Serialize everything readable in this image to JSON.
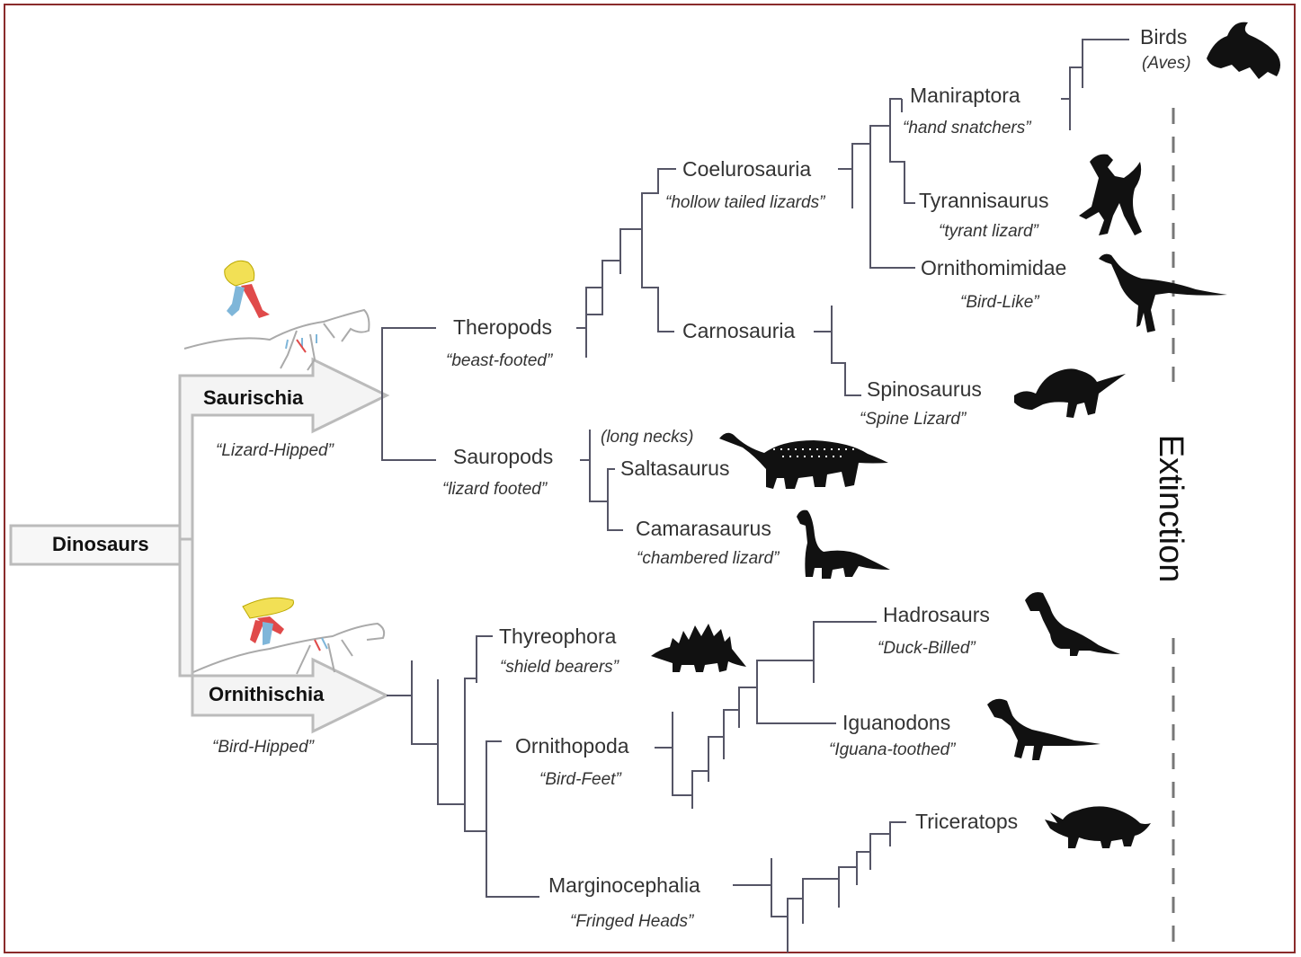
{
  "root": {
    "label": "Dinosaurs"
  },
  "saurischia": {
    "name": "Saurischia",
    "subtitle": "“Lizard-Hipped”"
  },
  "ornithischia": {
    "name": "Ornithischia",
    "subtitle": "“Bird-Hipped”"
  },
  "theropods": {
    "name": "Theropods",
    "subtitle": "“beast-footed”"
  },
  "sauropods": {
    "name": "Sauropods",
    "subtitle": "“lizard footed”"
  },
  "coelurosauria": {
    "name": "Coelurosauria",
    "subtitle": "“hollow tailed lizards”"
  },
  "carnosauria": {
    "name": "Carnosauria"
  },
  "maniraptora": {
    "name": "Maniraptora",
    "subtitle": "“hand snatchers”"
  },
  "birds": {
    "name": "Birds",
    "subtitle": "(Aves)"
  },
  "tyrannisaurus": {
    "name": "Tyrannisaurus",
    "subtitle": "“tyrant lizard”"
  },
  "ornithomimidae": {
    "name": "Ornithomimidae",
    "subtitle": "“Bird-Like”"
  },
  "spinosaurus": {
    "name": "Spinosaurus",
    "subtitle": "“Spine Lizard”"
  },
  "saltasaurus": {
    "name": "Saltasaurus",
    "note": "(long necks)"
  },
  "camarasaurus": {
    "name": "Camarasaurus",
    "subtitle": "“chambered lizard”"
  },
  "thyreophora": {
    "name": "Thyreophora",
    "subtitle": "“shield bearers”"
  },
  "ornithopoda": {
    "name": "Ornithopoda",
    "subtitle": "“Bird-Feet”"
  },
  "marginocephalia": {
    "name": "Marginocephalia",
    "subtitle": "“Fringed Heads”"
  },
  "hadrosaurs": {
    "name": "Hadrosaurs",
    "subtitle": "“Duck-Billed”"
  },
  "iguanodons": {
    "name": "Iguanodons",
    "subtitle": "“Iguana-toothed”"
  },
  "triceratops": {
    "name": "Triceratops"
  },
  "extinction": {
    "label": "Extinction"
  },
  "colors": {
    "frame": "#8a2b2b",
    "branch": "#555566",
    "silhouette": "#111111",
    "pubis_red": "#e04a4a",
    "ilium_yellow": "#f2e055",
    "ischium_blue": "#7fb6d9"
  },
  "icons": [
    "saurischia-hip-icon",
    "ornithischia-hip-icon",
    "skeleton-icon",
    "bird-silhouette-icon",
    "trex-silhouette-icon",
    "ornithomimid-silhouette-icon",
    "spinosaurus-silhouette-icon",
    "saltasaurus-silhouette-icon",
    "camarasaurus-silhouette-icon",
    "stegosaurus-silhouette-icon",
    "hadrosaur-silhouette-icon",
    "iguanodon-silhouette-icon",
    "triceratops-silhouette-icon"
  ]
}
